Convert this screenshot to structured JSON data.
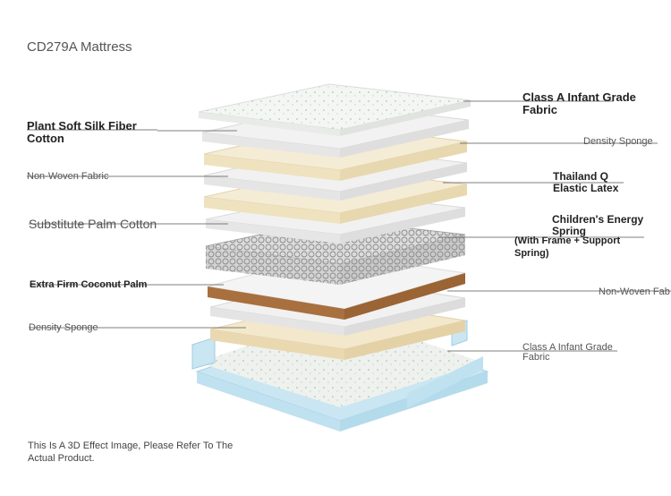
{
  "title": "CD279A Mattress",
  "labels": {
    "l1": "Class A Infant Grade\nFabric",
    "l2": "Plant Soft Silk Fiber\nCotton",
    "l3": "Density Sponge",
    "l4": "Non-Woven Fabric",
    "l5": "Thailand Q\nElastic Latex",
    "l6": "Substitute Palm Cotton",
    "l7": "Children's Energy\nSpring",
    "l8": "(With Frame + Support\nSpring)",
    "l9": "Extra Firm Coconut Palm",
    "l10": "Non-Woven Fab",
    "l11": "Density Sponge",
    "l12": "Class A Infant Grade\nFabric"
  },
  "note": "This Is A 3D Effect Image, Please Refer To The\nActual Product.",
  "colors": {
    "fabric": "#f4f6f4",
    "white_layer": "#ececec",
    "sponge": "#f3e8cc",
    "latex": "#efe2bf",
    "coconut": "#a8703e",
    "spring": "#cfcfcf",
    "base_blue": "#c9e6f2",
    "leader_line": "#555555"
  }
}
